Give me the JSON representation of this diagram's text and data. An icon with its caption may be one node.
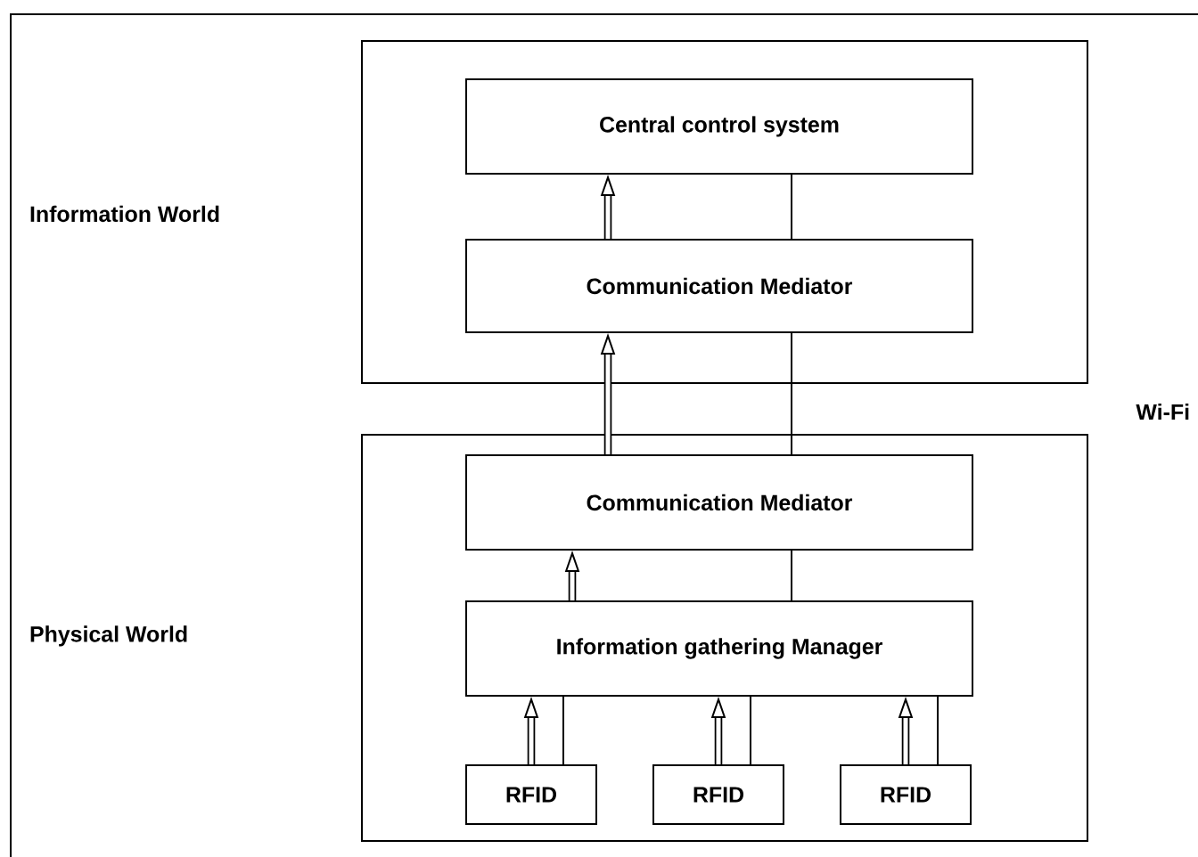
{
  "diagram": {
    "nodes": [
      {
        "text": [],
        "shape": "box"
      },
      {
        "text": [
          "Central control system"
        ],
        "in": 0
      },
      {
        "text": [
          "Communication Mediator"
        ],
        "in": 0
      },
      {
        "text": [],
        "shape": "box"
      },
      {
        "text": [
          "Communication Mediator"
        ],
        "in": 3
      },
      {
        "text": [
          "Information gathering Manager"
        ],
        "in": 3
      },
      {
        "text": [
          "RFID"
        ],
        "in": 3
      },
      {
        "text": [
          "RFID"
        ],
        "in": 3
      },
      {
        "text": [
          "RFID"
        ],
        "in": 3
      }
    ],
    "edges": [
      {
        "from": 2,
        "to": 1,
        "arrow": "to",
        "style": "thick"
      },
      {
        "from": 2,
        "to": 1,
        "arrow": "none"
      },
      {
        "from": 4,
        "to": 2,
        "arrow": "to",
        "style": "thick"
      },
      {
        "from": 4,
        "to": 2,
        "arrow": "none"
      },
      {
        "from": 5,
        "to": 4,
        "arrow": "to",
        "style": "thick"
      },
      {
        "from": 5,
        "to": 4,
        "arrow": "none"
      },
      {
        "from": 6,
        "to": 5,
        "arrow": "to",
        "style": "thick"
      },
      {
        "from": 6,
        "to": 5,
        "arrow": "none"
      },
      {
        "from": 7,
        "to": 5,
        "arrow": "to",
        "style": "thick"
      },
      {
        "from": 7,
        "to": 5,
        "arrow": "none"
      },
      {
        "from": 8,
        "to": 5,
        "arrow": "to",
        "style": "thick"
      },
      {
        "from": 8,
        "to": 5,
        "arrow": "none"
      }
    ],
    "labels": [
      "Information World",
      "Wi-Fi",
      "Physical World"
    ]
  }
}
